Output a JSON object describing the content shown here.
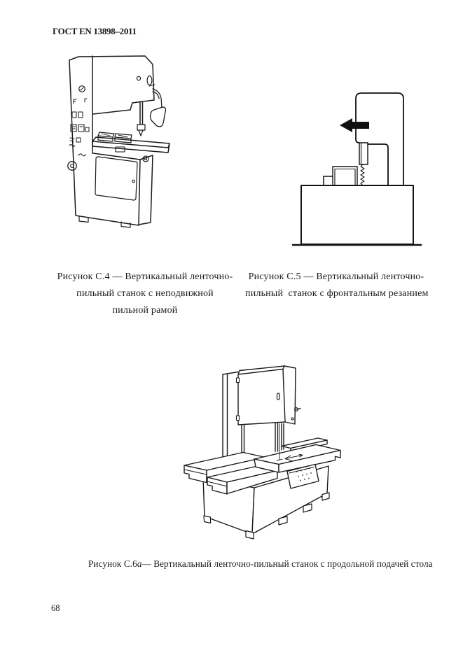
{
  "header": {
    "title": "ГОСТ EN 13898–2011"
  },
  "figure_c4": {
    "caption_line1": "Рисунок С.4 — Вертикальный ленточно-",
    "caption_line2": "пильный станок с неподвижной",
    "caption_line3": "пильной рамой"
  },
  "figure_c5": {
    "caption_line1": "Рисунок С.5 — Вертикальный ленточно-",
    "caption_line2": "пильный  станок с фронтальным резанием"
  },
  "figure_c6a": {
    "caption_prefix": "Рисунок С.6",
    "caption_letter": "а",
    "caption_rest": "— Вертикальный ленточно-пильный станок с продольной подачей стола"
  },
  "page": {
    "number": "68"
  }
}
